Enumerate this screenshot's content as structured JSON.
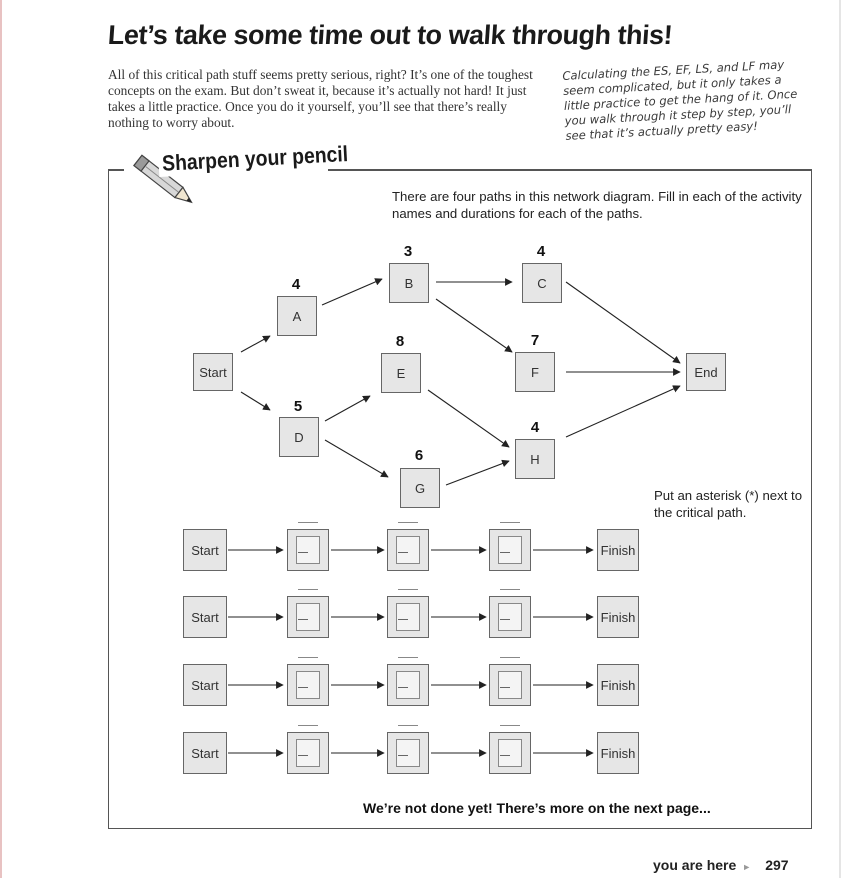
{
  "title": "Let’s take some time out to walk through this!",
  "intro": "All of this critical path stuff seems pretty serious, right? It’s one of the toughest concepts on the exam. But don’t sweat it, because it’s actually not hard! It just takes a little practice. Once you do it yourself, you’ll see that there’s really nothing to worry about.",
  "note": "Calculating the ES, EF, LS, and LF may seem complicated, but it only takes a little practice to get the hang of it. Once you walk through it step by step, you’ll see that it’s actually pretty easy!",
  "sharpen": "Sharpen your pencil",
  "instructions": "There are four paths in this network diagram. Fill in each of the activity names and durations for each of the paths.",
  "diagram": {
    "start": "Start",
    "end": "End",
    "activities": [
      {
        "name": "A",
        "duration": "4"
      },
      {
        "name": "B",
        "duration": "3"
      },
      {
        "name": "C",
        "duration": "4"
      },
      {
        "name": "D",
        "duration": "5"
      },
      {
        "name": "E",
        "duration": "8"
      },
      {
        "name": "F",
        "duration": "7"
      },
      {
        "name": "G",
        "duration": "6"
      },
      {
        "name": "H",
        "duration": "4"
      }
    ]
  },
  "asterisk_note": "Put an asterisk (*) next to the critical path.",
  "paths": {
    "start_label": "Start",
    "finish_label": "Finish",
    "rows": 4,
    "blanks_per_row": 3
  },
  "not_done": "We’re not done yet! There’s more on the next page...",
  "footer": {
    "you_are_here": "you are here",
    "page_number": "297"
  }
}
